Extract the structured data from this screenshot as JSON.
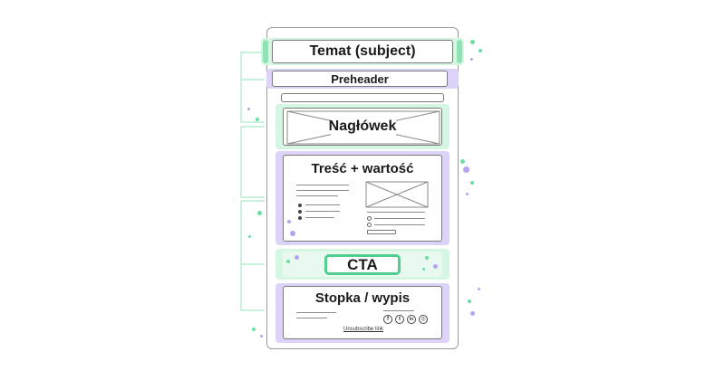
{
  "sections": {
    "subject": {
      "label": "Temat (subject)"
    },
    "preheader": {
      "label": "Preheader"
    },
    "header": {
      "label": "Nagłówek"
    },
    "content": {
      "label": "Treść + wartość"
    },
    "cta": {
      "label": "CTA"
    },
    "footer": {
      "label": "Stopka / wypis",
      "unsubscribe_link": "Unsubscribe link"
    }
  },
  "social_icons": [
    {
      "name": "facebook",
      "glyph": "f"
    },
    {
      "name": "twitter",
      "glyph": "t"
    },
    {
      "name": "linkedin",
      "glyph": "in"
    },
    {
      "name": "instagram",
      "glyph": "◎"
    }
  ],
  "colors": {
    "green_band": "#d6f6e4",
    "purple_band": "#ddd3f8",
    "green_accent": "#4fce8f",
    "purple_accent": "#b6a4ef",
    "connector": "#8ee0b8"
  }
}
